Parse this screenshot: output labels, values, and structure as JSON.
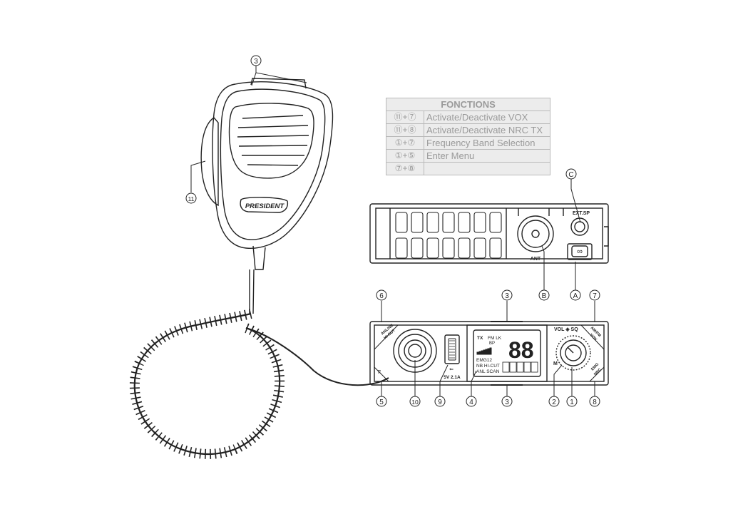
{
  "functions_table": {
    "title": "FONCTIONS",
    "rows": [
      {
        "combo": "⑪+⑦",
        "action": "Activate/Deactivate VOX"
      },
      {
        "combo": "⑪+⑧",
        "action": "Activate/Deactivate NRC TX"
      },
      {
        "combo": "①+⑦",
        "action": "Frequency Band Selection"
      },
      {
        "combo": "①+⑤",
        "action": "Enter Menu"
      },
      {
        "combo": "⑦+⑧",
        "action": ""
      }
    ]
  },
  "mic": {
    "brand": "PRESIDENT"
  },
  "rear_panel": {
    "ant_label": "ANT",
    "ext_sp_label": "EXT.SP"
  },
  "front_panel": {
    "anl_nb_label": "ANL/NB",
    "hicut_label": "HI-CUT",
    "usb_label": "5V 2.1A",
    "lcd": {
      "top_icons": "FM LK",
      "bp_label": "BP",
      "digits": "88",
      "emg_label": "EMG12",
      "nb_hicut": "NB HI-CUT",
      "anl_scan": "ANL SCAN"
    },
    "vol_sq_label": "VOL ◈ SQ",
    "am_fm_label": "AM/FM",
    "vox_label": "VOX",
    "emg_label": "EMG",
    "nrc_label": "NRC",
    "m_label": "M",
    "f_label": "F"
  },
  "callouts": {
    "c3_mic": "3",
    "c11": "11",
    "cC": "C",
    "cB": "B",
    "cA": "A",
    "c6": "6",
    "c3_top": "3",
    "c7": "7",
    "c5": "5",
    "c10": "10",
    "c9": "9",
    "c4": "4",
    "c3_bottom": "3",
    "c2": "2",
    "c1": "1",
    "c8": "8"
  }
}
